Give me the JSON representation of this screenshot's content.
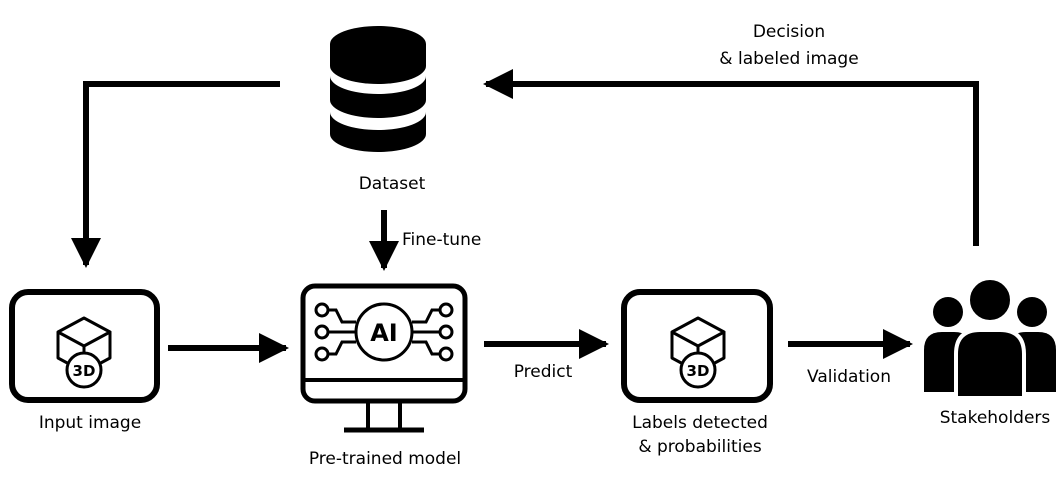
{
  "nodes": {
    "dataset": "Dataset",
    "input_image": "Input image",
    "model": "Pre-trained model",
    "labels_line1": "Labels detected",
    "labels_line2": "& probabilities",
    "stakeholders": "Stakeholders"
  },
  "edges": {
    "fine_tune": "Fine-tune",
    "predict": "Predict",
    "validation": "Validation",
    "feedback_line1": "Decision",
    "feedback_line2": "& labeled image"
  },
  "icons": {
    "badge_text": "3D",
    "ai_text": "AI"
  },
  "colors": {
    "ink": "#000000",
    "background": "#ffffff"
  }
}
